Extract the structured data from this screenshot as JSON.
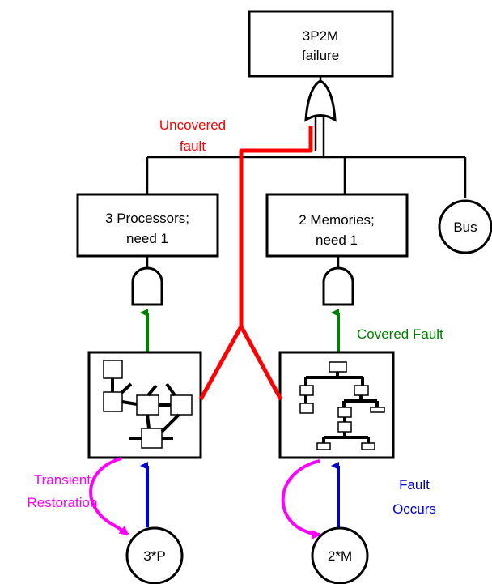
{
  "top_event": {
    "line1": "3P2M",
    "line2": "failure"
  },
  "processors": {
    "line1": "3 Processors;",
    "line2": "need 1"
  },
  "memories": {
    "line1": "2 Memories;",
    "line2": "need 1"
  },
  "bus": {
    "label": "Bus"
  },
  "labels": {
    "uncovered_line1": "Uncovered",
    "uncovered_line2": "fault",
    "covered_fault": "Covered Fault",
    "transient_line1": "Transient",
    "transient_line2": "Restoration",
    "fault_occurs_line1": "Fault",
    "fault_occurs_line2": "Occurs"
  },
  "basic_events": {
    "processor": "3*P",
    "memory": "2*M"
  },
  "colors": {
    "uncovered": "#ff0000",
    "covered": "#008000",
    "transient": "#ff00ff",
    "fault_occurs": "#0000cc"
  },
  "icons": {
    "or_gate": "or-gate-icon",
    "and_gate": "and-gate-icon",
    "processor_model": "markov-model-icon",
    "memory_model": "tree-model-icon"
  }
}
